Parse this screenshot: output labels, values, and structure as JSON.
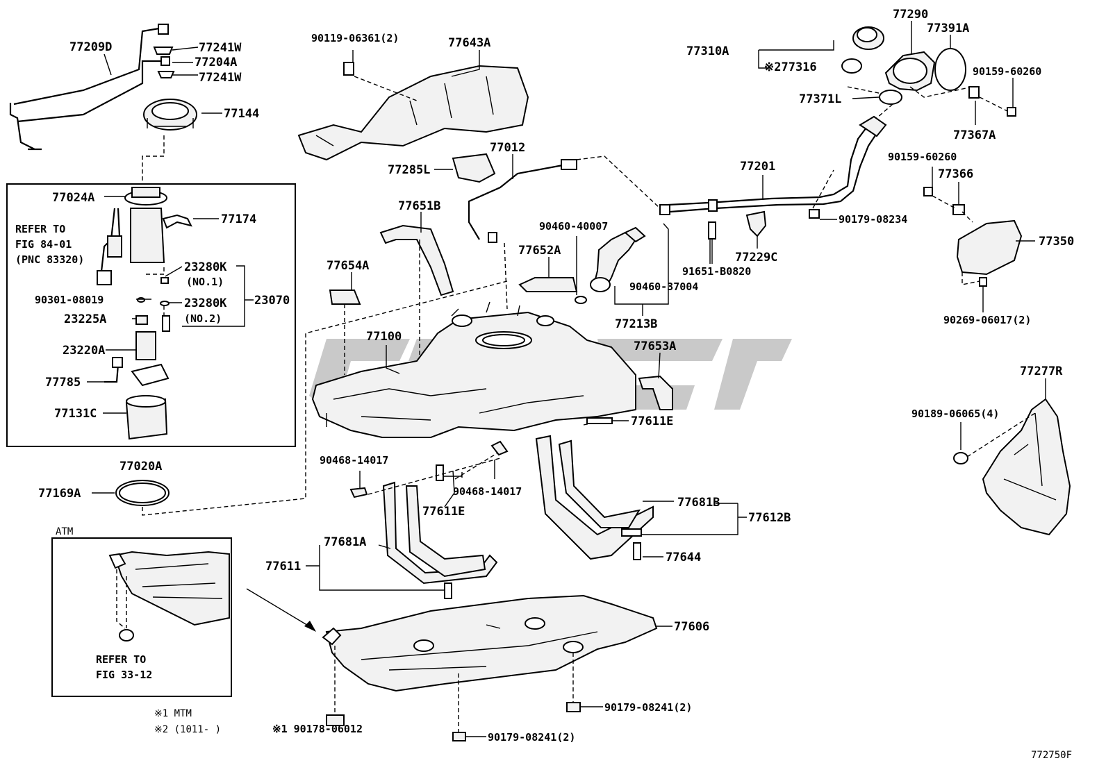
{
  "labels": {
    "l77209D": "77209D",
    "l77241W_a": "77241W",
    "l77204A": "77204A",
    "l77241W_b": "77241W",
    "l77144": "77144",
    "l77024A": "77024A",
    "l77174": "77174",
    "lRefer1a": "REFER TO",
    "lRefer1b": "FIG 84-01",
    "lRefer1c": "(PNC 83320)",
    "l23280K_1": "23280K",
    "lNo1": "(NO.1)",
    "l90301": "90301-08019",
    "l23280K_2": "23280K",
    "l23070": "23070",
    "l23225A": "23225A",
    "lNo2": "(NO.2)",
    "l23220A": "23220A",
    "l77785": "77785",
    "l77131C": "77131C",
    "l77020A": "77020A",
    "l77169A": "77169A",
    "l90119": "90119-06361(2)",
    "l77643A": "77643A",
    "l77012": "77012",
    "l77285L": "77285L",
    "l77651B": "77651B",
    "l77654A": "77654A",
    "l77652A": "77652A",
    "l90460_40007": "90460-40007",
    "l77100": "77100",
    "l77653A": "77653A",
    "l77611E_a": "77611E",
    "l90468_a": "90468-14017",
    "l90468_b": "90468-14017",
    "l77611E_b": "77611E",
    "l77681B": "77681B",
    "l77612B": "77612B",
    "l77681A": "77681A",
    "l77611": "77611",
    "l77644": "77644",
    "l77606": "77606",
    "l77290": "77290",
    "l77391A": "77391A",
    "l77310A": "77310A",
    "l77316": "※277316",
    "l90159_a": "90159-60260",
    "l77371L": "77371L",
    "l77367A": "77367A",
    "l77201": "77201",
    "l90159_b": "90159-60260",
    "l77366": "77366",
    "l90179_08234": "90179-08234",
    "l91651": "91651-B0820",
    "l77229C": "77229C",
    "l90460_37004": "90460-37004",
    "l77213B": "77213B",
    "l77350": "77350",
    "l90269": "90269-06017(2)",
    "l77277R": "77277R",
    "l90189": "90189-06065(4)",
    "lATM": "ATM",
    "lRefer2a": "REFER TO",
    "lRefer2b": "FIG 33-12",
    "lNote1": "※1 MTM",
    "lNote2": "※2 (1011-     )",
    "l90178": "※1 90178-06012",
    "l90179_08241_a": "90179-08241(2)",
    "l90179_08241_b": "90179-08241(2)",
    "lDiagramId": "772750F"
  },
  "colors": {
    "line": "#000000",
    "part_fill": "#f2f2f2",
    "watermark": "#b8b8b8",
    "background": "#ffffff"
  }
}
